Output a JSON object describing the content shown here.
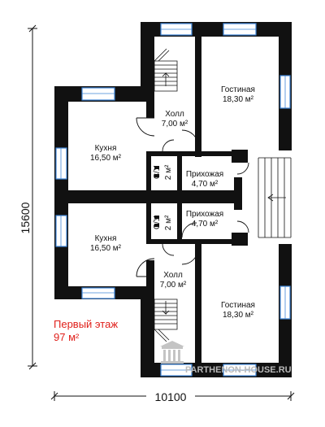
{
  "dimensions": {
    "height_label": "15600",
    "width_label": "10100"
  },
  "rooms": {
    "living_top": {
      "name": "Гостиная",
      "area": "18,30 м²"
    },
    "hall_top": {
      "name": "Холл",
      "area": "7,00 м²"
    },
    "kitchen_top": {
      "name": "Кухня",
      "area": "16,50 м²"
    },
    "entry_top": {
      "name": "Прихожая",
      "area": "4,70 м²"
    },
    "bath_top": {
      "name": "С/У",
      "area": "2 м²"
    },
    "entry_bottom": {
      "name": "Прихожая",
      "area": "4,70 м²"
    },
    "bath_bottom": {
      "name": "С/У",
      "area": "2 м²"
    },
    "kitchen_bottom": {
      "name": "Кухня",
      "area": "16,50 м²"
    },
    "hall_bottom": {
      "name": "Холл",
      "area": "7,00 м²"
    },
    "living_bottom": {
      "name": "Гостиная",
      "area": "18,30 м²"
    }
  },
  "floor_note": {
    "title": "Первый этаж",
    "area": "97 м²",
    "color": "#e0201b"
  },
  "watermark": {
    "text": "PARTHENON-HOUSE.RU",
    "color": "#b9b9b9"
  },
  "colors": {
    "wall": "#111111",
    "window": "#3f86d8"
  }
}
